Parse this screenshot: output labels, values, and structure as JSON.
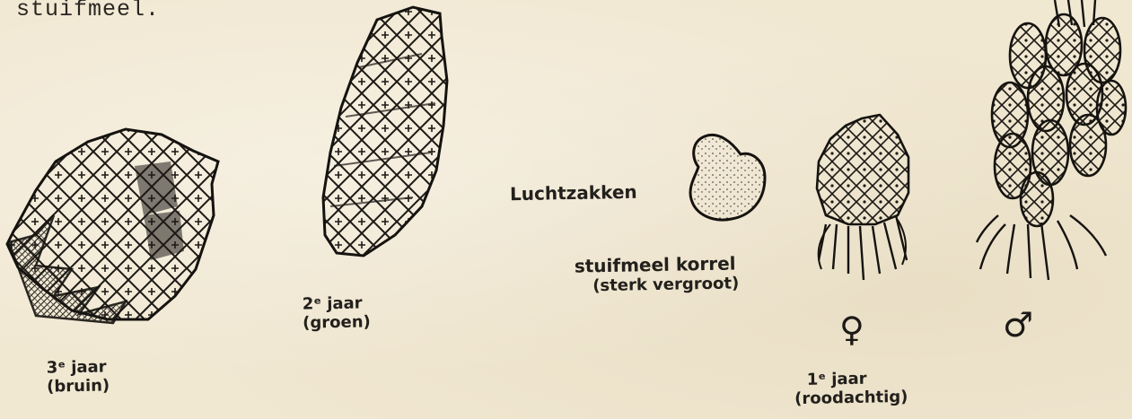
{
  "text": {
    "top_word": "stuifmeel."
  },
  "labels": {
    "cone_year3_line1": "3ᵉ jaar",
    "cone_year3_line2": "(bruin)",
    "cone_year2_line1": "2ᵉ jaar",
    "cone_year2_line2": "(groen)",
    "air_sacs": "Luchtzakken",
    "pollen_grain_line1": "stuifmeel korrel",
    "pollen_grain_line2": "(sterk vergroot)",
    "female_symbol": "♀",
    "male_symbol": "♂",
    "cone_year1_line1": "1ᵉ jaar",
    "cone_year1_line2": "(roodachtig)"
  }
}
